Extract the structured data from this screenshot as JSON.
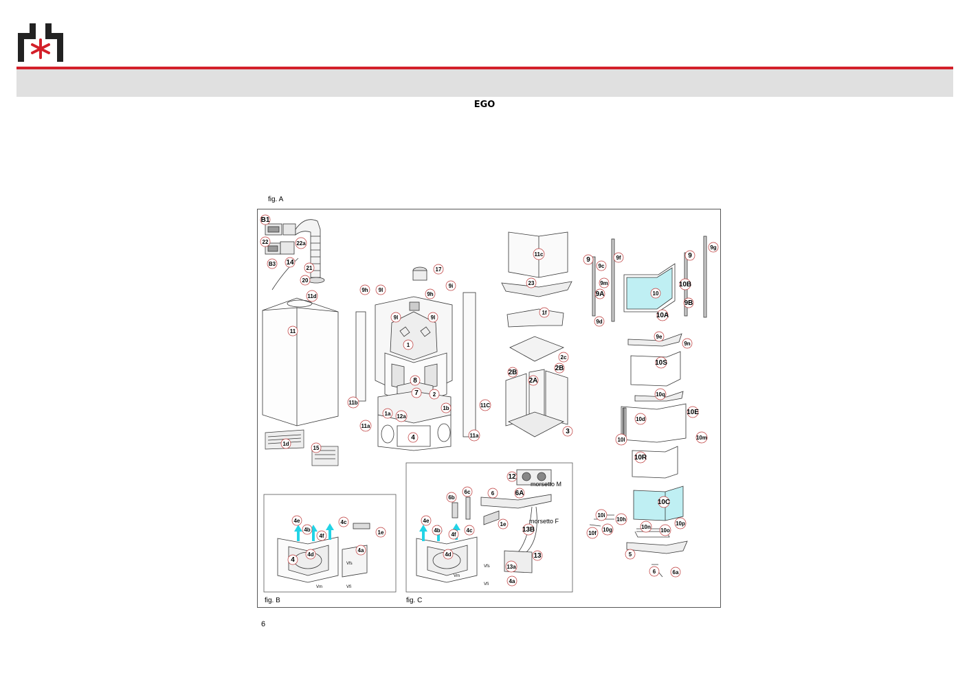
{
  "header": {
    "title": "EGO"
  },
  "figures": {
    "fig_a_label": "fig. A",
    "fig_b_label": "fig. B",
    "fig_c_label": "fig. C"
  },
  "page_number": "6",
  "colors": {
    "accent_red": "#d3202a",
    "band_grey": "#e0e0e0",
    "glass_cyan": "#bfeff3",
    "arrow_cyan": "#22d3e6"
  },
  "callouts": {
    "fig_a": [
      "B1",
      "22",
      "22a",
      "B3",
      "14",
      "21",
      "20",
      "11d",
      "11",
      "1d",
      "15",
      "9h",
      "9l",
      "9h",
      "9i",
      "9l",
      "9l",
      "17",
      "1",
      "8",
      "7",
      "2",
      "11b",
      "1a",
      "12a",
      "1b",
      "11C",
      "11a",
      "4",
      "11a",
      "11c",
      "23",
      "1f",
      "2c",
      "2B",
      "2A",
      "2B",
      "3",
      "9",
      "9c",
      "9f",
      "9m",
      "9A",
      "9d",
      "9",
      "9g",
      "10B",
      "10",
      "9B",
      "10A",
      "9e",
      "9n",
      "10S",
      "10q",
      "10d",
      "10E",
      "10l",
      "10m",
      "10R",
      "10C",
      "10i",
      "10h",
      "10f",
      "10g",
      "10n",
      "10o",
      "10p",
      "5",
      "6",
      "6a"
    ],
    "fig_b": [
      "4e",
      "4b",
      "4f",
      "4c",
      "1e",
      "4",
      "4d",
      "4a"
    ],
    "fig_c": [
      "12",
      "6b",
      "6c",
      "6",
      "6A",
      "4e",
      "4b",
      "4f",
      "4c",
      "1e",
      "13B",
      "4d",
      "13",
      "13a",
      "4a"
    ]
  },
  "annotations": {
    "morsetto_m": "morsetto M",
    "morsetto_f": "morsetto F",
    "vm": "Vm",
    "vfi": "Vfi",
    "vfs": "Vfs",
    "vfi_c": "Vfi",
    "vfs_c": "Vfs",
    "vm_c": "Vm"
  }
}
